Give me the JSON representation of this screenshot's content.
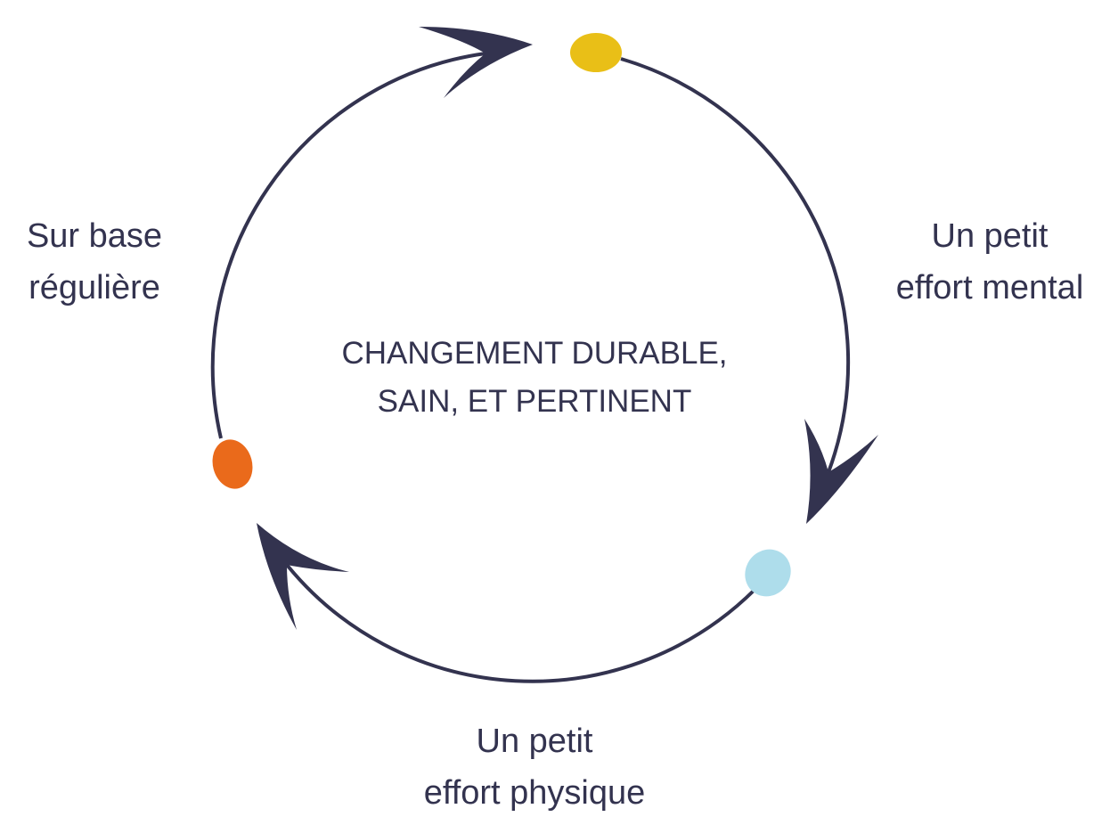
{
  "center": {
    "line1": "CHANGEMENT DURABLE,",
    "line2": "SAIN, ET PERTINENT"
  },
  "labels": {
    "right": {
      "line1": "Un petit",
      "line2": "effort mental"
    },
    "bottom": {
      "line1": "Un petit",
      "line2": "effort physique"
    },
    "left": {
      "line1": "Sur base",
      "line2": "régulière"
    }
  },
  "colors": {
    "stroke": "#33334f",
    "text": "#33334f",
    "node_top": "#e9bf17",
    "node_right": "#aeddeb",
    "node_left": "#ea6a1b"
  }
}
